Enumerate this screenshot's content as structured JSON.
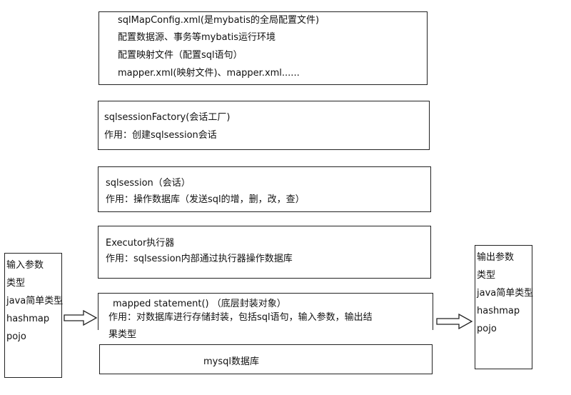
{
  "config_box": {
    "lines": [
      "sqlMapConfig.xml(是mybatis的全局配置文件)",
      "配置数据源、事务等mybatis运行环境",
      "配置映射文件（配置sql语句）",
      "mapper.xml(映射文件)、mapper.xml......"
    ]
  },
  "factory_box": {
    "title": "sqlsessionFactory(会话工厂)",
    "desc": "作用：创建sqlsession会话"
  },
  "session_box": {
    "title": "sqlsession（会话）",
    "desc": "作用：操作数据库（发送sql的增，删，改，查）"
  },
  "executor_box": {
    "title": "Executor执行器",
    "desc": "作用：sqlsession内部通过执行器操作数据库"
  },
  "mapped_box": {
    "title": "mapped statement()  （底层封装对象）",
    "desc1": "作用：对数据库进行存储封装，包括sql语句，输入参数，输出结",
    "desc2": "果类型"
  },
  "db_box": {
    "title": "mysql数据库"
  },
  "input_box": {
    "lines": [
      "输入参数",
      "类型",
      "java简单类型",
      "hashmap",
      "pojo"
    ]
  },
  "output_box": {
    "lines": [
      "输出参数",
      "类型",
      "java简单类型",
      "hashmap",
      "pojo"
    ]
  }
}
